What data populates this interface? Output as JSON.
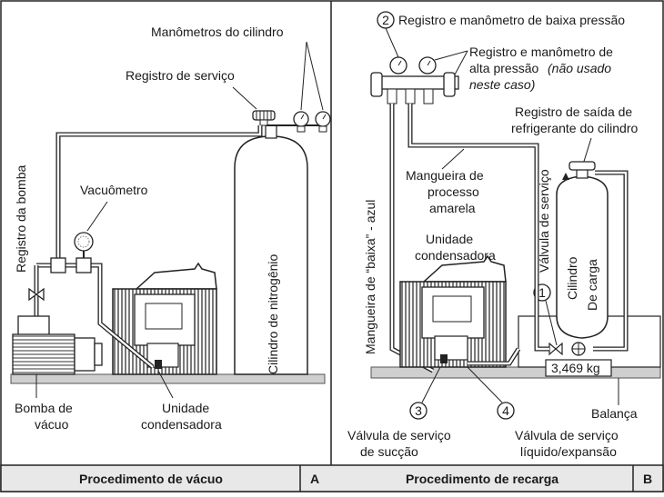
{
  "panel_a": {
    "caption": "Procedimento de vácuo",
    "letter": "A",
    "labels": {
      "cylinder_gauges": "Manômetros do cilindro",
      "service_valve": "Registro de serviço",
      "pump_valve": "Registro da bomba",
      "vacuum_gauge": "Vacuômetro",
      "nitrogen_cylinder": "Cilindro de nitrogênio",
      "pump_line1": "Bomba de",
      "pump_line2": "vácuo",
      "unit_line1": "Unidade",
      "unit_line2": "condensadora"
    }
  },
  "panel_b": {
    "caption": "Procedimento de recarga",
    "letter": "B",
    "labels": {
      "low_manifold": "Registro e manômetro de baixa pressão",
      "high_line1": "Registro e manômetro de",
      "high_line2": "alta pressão",
      "high_note1": "(não usado",
      "high_note2": "neste caso)",
      "outlet_line1": "Registro de saída de",
      "outlet_line2": "refrigerante do cilindro",
      "service_valve": "Válvula de serviço",
      "low_hose": "Mangueira de “baixa” - azul",
      "process_line1": "Mangueira de",
      "process_line2": "processo",
      "process_line3": "amarela",
      "unit_line1": "Unidade",
      "unit_line2": "condensadora",
      "charge_line1": "Cilindro",
      "charge_line2": "De carga",
      "scale_reading": "3,469 kg",
      "scale": "Balança",
      "suction_line1": "Válvula de serviço",
      "suction_line2": "de sucção",
      "liquid_line1": "Válvula de serviço",
      "liquid_line2": "líquido/expansão"
    },
    "callouts": [
      "1",
      "2",
      "3",
      "4"
    ]
  }
}
